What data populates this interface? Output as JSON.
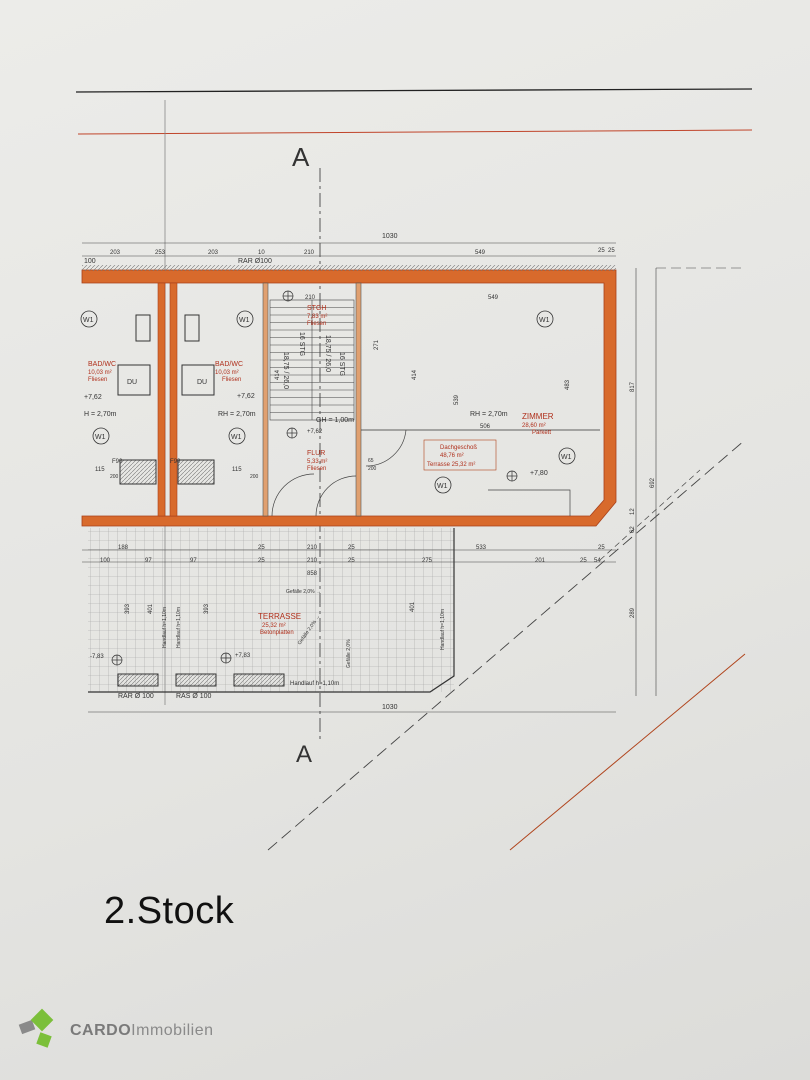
{
  "plan": {
    "section_marker": "A",
    "floor_title": "2.Stock",
    "overall_width_top": "1030",
    "overall_width_bottom": "1030",
    "top_dims": [
      "100",
      "203",
      "253",
      "203",
      "10",
      "210",
      "549",
      "25",
      "25"
    ],
    "rar_label_top": "RAR Ø100",
    "rar_label_bottom_1": "RAR Ø 100",
    "rar_label_bottom_2": "RAS Ø 100",
    "rooms": {
      "bad_left": {
        "name": "BAD/WC",
        "area": "10,03 m²",
        "floor": "Fliesen"
      },
      "bad_right": {
        "name": "BAD/WC",
        "area": "10,03 m²",
        "floor": "Fliesen"
      },
      "stgh": {
        "name": "STGH",
        "area": "7,83 m²",
        "floor": "Fliesen"
      },
      "flur": {
        "name": "FLUR",
        "area": "5,33 m²",
        "floor": "Fliesen"
      },
      "zimmer": {
        "name": "ZIMMER",
        "area": "28,60 m²",
        "floor": "Parkett"
      },
      "terrasse": {
        "name": "TERRASSE",
        "area": "25,32 m²",
        "floor": "Betonplatten"
      }
    },
    "dachgeschoss_label": "Dachgeschoß",
    "dachgeschoss_area": "48,76 m²",
    "terrasse_area_label": "Terrasse 25,32 m²",
    "room_heights": {
      "left": "H = 2,70m",
      "right": "RH = 2,70m",
      "zimmer": "RH = 2,70m",
      "gh": "GH = 1,00m"
    },
    "levels": [
      "+7,62",
      "+7,62",
      "+7,62",
      "+7,80",
      "-7,83",
      "+7,83"
    ],
    "window_tag": "W1",
    "du_label": "DU",
    "stairs": [
      "16 STG",
      "18,75 / 26,0",
      "18,75 / 26,0",
      "16 STG"
    ],
    "dims_interior": [
      "414",
      "414",
      "271",
      "539",
      "483",
      "506",
      "210",
      "549",
      "115",
      "200",
      "115",
      "200",
      "65",
      "200"
    ],
    "bottom_dims_1": [
      "188",
      "25",
      "210",
      "25",
      "533",
      "25"
    ],
    "bottom_dims_2": [
      "100",
      "97",
      "97",
      "25",
      "210",
      "25",
      "275",
      "201",
      "25",
      "54"
    ],
    "terrace_dims": [
      "858",
      "393",
      "401",
      "393",
      "401"
    ],
    "handlauf": [
      "Handlauf h=1,10m",
      "Handlauf h=1,10m",
      "Handlauf h=1,10m",
      "Handlauf h=1,10m"
    ],
    "gefaelle": [
      "Gefälle 2,0% →",
      "Gefälle 2,0% →",
      "Gefälle 2,0%"
    ],
    "right_dims": [
      "817",
      "692",
      "289",
      "12",
      "62"
    ],
    "f90": "F90"
  },
  "logo": {
    "brand": "CARDO",
    "suffix": "Immobilien",
    "icon": "cardo-logo-icon"
  },
  "colors": {
    "wall": "#d86a2c",
    "wall_edge": "#b0441c",
    "line": "#333333",
    "red_line": "#c0442a"
  }
}
